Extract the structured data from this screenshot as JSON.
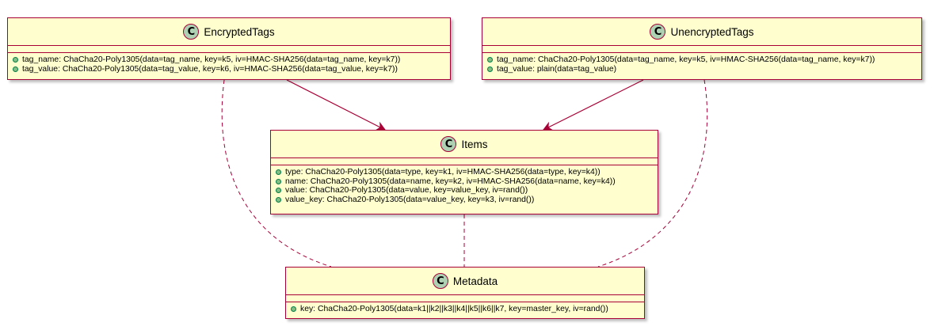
{
  "classes": {
    "encrypted_tags": {
      "badge": "C",
      "name": "EncryptedTags",
      "fields": [
        "tag_name: ChaCha20-Poly1305(data=tag_name, key=k5, iv=HMAC-SHA256(data=tag_name, key=k7))",
        "tag_value: ChaCha20-Poly1305(data=tag_value, key=k6, iv=HMAC-SHA256(data=tag_value, key=k7))"
      ]
    },
    "unencrypted_tags": {
      "badge": "C",
      "name": "UnencryptedTags",
      "fields": [
        "tag_name: ChaCha20-Poly1305(data=tag_name, key=k5, iv=HMAC-SHA256(data=tag_name, key=k7))",
        "tag_value: plain(data=tag_value)"
      ]
    },
    "items": {
      "badge": "C",
      "name": "Items",
      "fields": [
        "type: ChaCha20-Poly1305(data=type, key=k1, iv=HMAC-SHA256(data=type, key=k4))",
        "name: ChaCha20-Poly1305(data=name, key=k2, iv=HMAC-SHA256(data=name, key=k4))",
        "value: ChaCha20-Poly1305(data=value, key=value_key, iv=rand())",
        "value_key: ChaCha20-Poly1305(data=value_key, key=k3, iv=rand())"
      ]
    },
    "metadata": {
      "badge": "C",
      "name": "Metadata",
      "fields": [
        "key: ChaCha20-Poly1305(data=k1||k2||k3||k4||k5||k6||k7, key=master_key, iv=rand())"
      ]
    }
  },
  "colors": {
    "class_fill": "#fefece",
    "class_border": "#a80036",
    "badge_fill": "#add1b2",
    "field_dot": "#84be84",
    "edge": "#a80036"
  }
}
